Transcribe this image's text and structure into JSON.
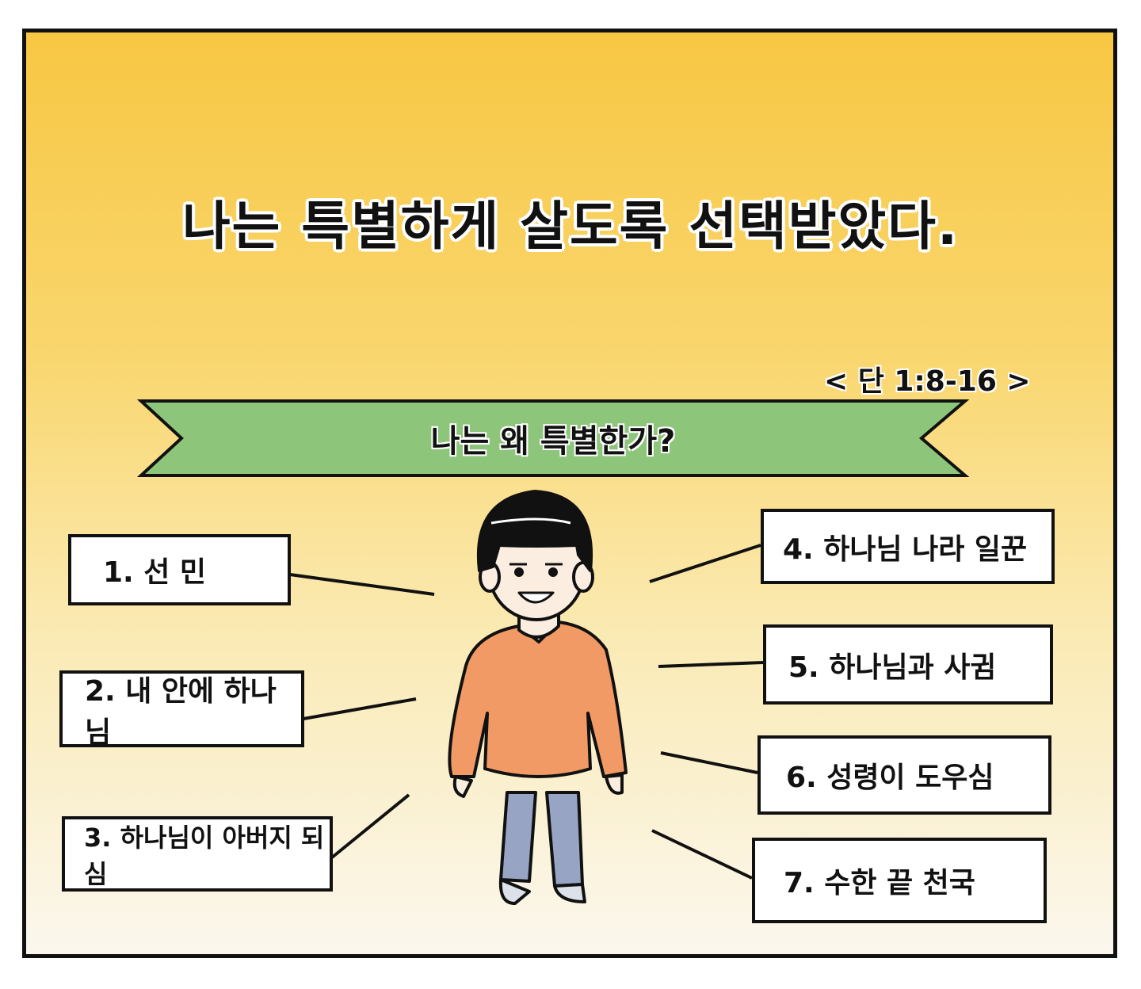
{
  "title": "나는 특별하게 살도록 선택받았다.",
  "reference": "< 단 1:8-16 >",
  "banner": {
    "text": "나는 왜 특별한가?",
    "color": "#8dc57a"
  },
  "items": [
    {
      "label": "1. 선 민"
    },
    {
      "label": "2. 내 안에 하나님"
    },
    {
      "label": "3. 하나님이 아버지 되심"
    },
    {
      "label": "4. 하나님 나라 일꾼"
    },
    {
      "label": "5. 하나님과 사귐"
    },
    {
      "label": "6. 성령이 도우심"
    },
    {
      "label": "7. 수한 끝 천국"
    }
  ]
}
